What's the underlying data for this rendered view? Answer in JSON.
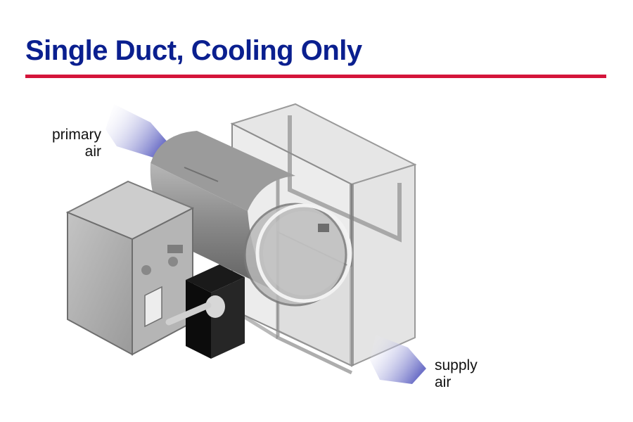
{
  "title": "Single Duct, Cooling Only",
  "labels": {
    "primary_air": [
      "primary",
      "air"
    ],
    "supply_air": [
      "supply",
      "air"
    ]
  },
  "colors": {
    "title": "#0a1f8f",
    "rule": "#d4143a",
    "arrow": "#6f72c8"
  }
}
